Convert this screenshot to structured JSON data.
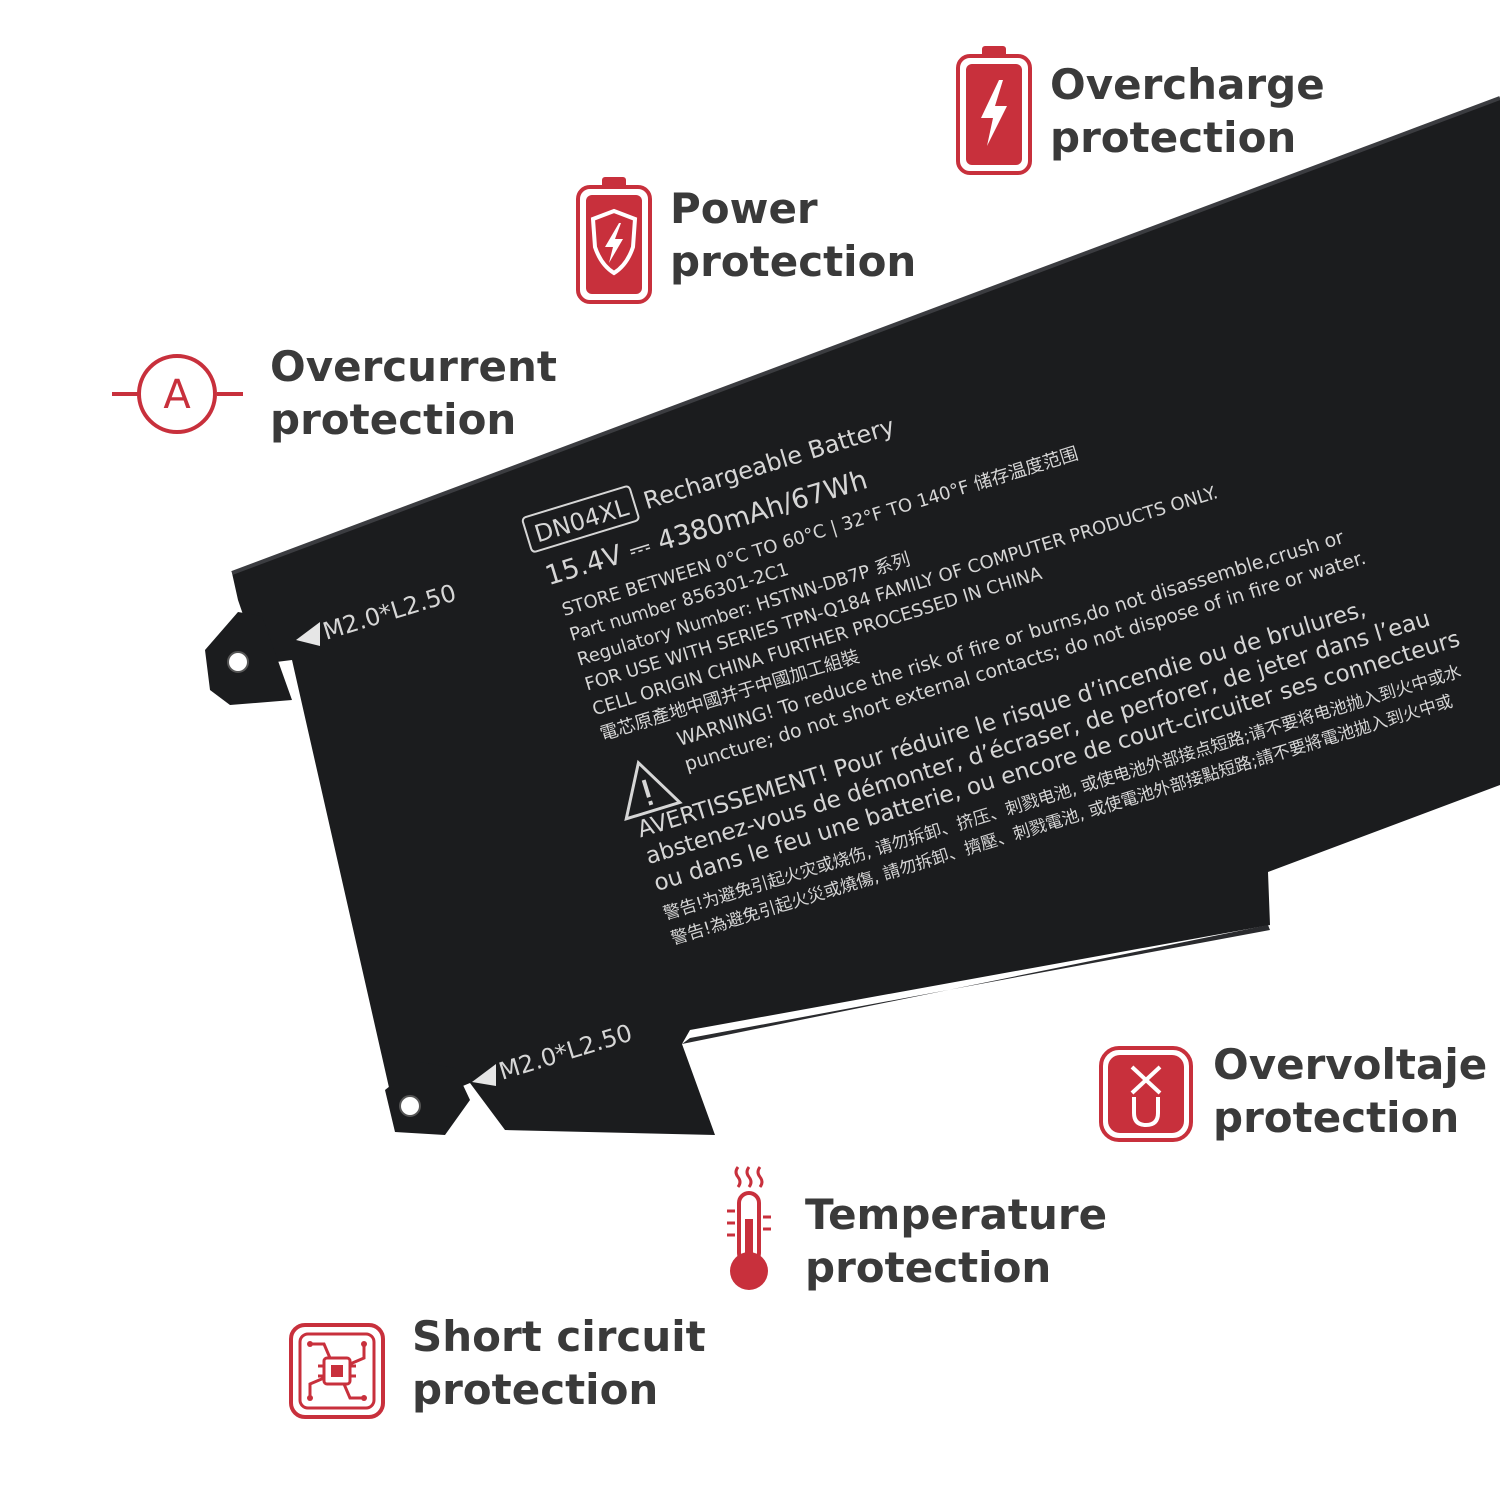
{
  "colors": {
    "accent": "#c8303c",
    "text": "#3a3a3a",
    "battery_body": "#1b1c1e",
    "battery_print": "#d6d6d6"
  },
  "features": {
    "overcharge": {
      "line1": "Overcharge",
      "line2": "protection",
      "icon": "battery-bolt-icon"
    },
    "power": {
      "line1": "Power",
      "line2": "protection",
      "icon": "battery-shield-icon"
    },
    "overcurrent": {
      "line1": "Overcurrent",
      "line2": "protection",
      "icon": "ammeter-icon"
    },
    "overvoltage": {
      "line1": "Overvoltaje",
      "line2": "protection",
      "icon": "voltage-icon"
    },
    "temperature": {
      "line1": "Temperature",
      "line2": "protection",
      "icon": "thermometer-icon"
    },
    "short_circuit": {
      "line1": "Short circuit",
      "line2": "protection",
      "icon": "circuit-chip-icon"
    }
  },
  "battery_label": {
    "model_box": "DN04XL",
    "type": "Rechargeable Battery",
    "rating": "15.4V ⎓ 4380mAh/67Wh",
    "storage": "STORE BETWEEN  0°C TO 60°C | 32°F TO 140°F  储存温度范围",
    "part_number": "Part number 856301-2C1",
    "regulatory": "Regulatory Number: HSTNN-DB7P 系列",
    "for_use": "FOR USE WITH SERIES TPN-Q184 FAMILY OF COMPUTER PRODUCTS ONLY.",
    "origin": "CELL ORIGIN CHINA FURTHER PROCESSED IN CHINA",
    "origin_cn": "電芯原產地中國并于中國加工組裝",
    "warning_1": "WARNING! To reduce the risk of fire or burns,do not disassemble,crush or",
    "warning_2": "puncture; do not short external contacts; do not dispose of in fire or water.",
    "fr_1": "AVERTISSEMENT! Pour réduire le risque d’incendie ou de brulures,",
    "fr_2": "abstenez-vous de démonter, d’écraser, de perforer, de jeter dans l’eau",
    "fr_3": "ou dans le feu une batterie, ou encore de court-circuiter ses connecteurs",
    "cn_1": "警告!为避免引起火灾或烧伤, 请勿拆卸、挤压、刺戮电池, 或使电池外部接点短路;请不要将电池抛入到火中或水",
    "cn_2": "警告!為避免引起火災或燒傷, 請勿拆卸、擠壓、刺戮電池, 或使電池外部接點短路;請不要將電池拋入到火中或",
    "screw_top": "M2.0*L2.50",
    "screw_bottom": "M2.0*L2.50"
  }
}
